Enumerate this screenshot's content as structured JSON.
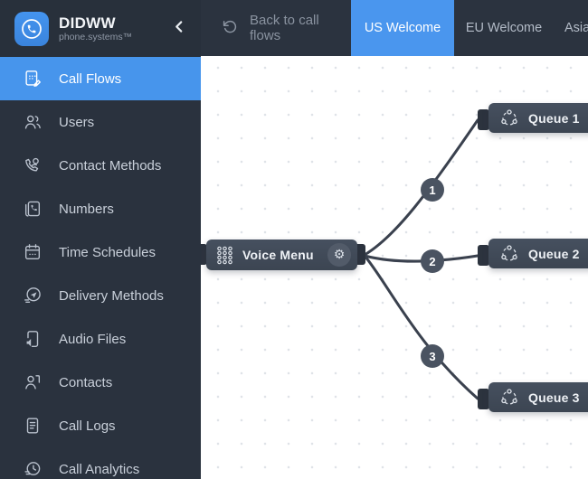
{
  "brand": {
    "name": "DIDWW",
    "subtitle": "phone.systems™"
  },
  "header": {
    "back_label": "Back to call flows",
    "tabs": [
      {
        "label": "US Welcome",
        "active": true
      },
      {
        "label": "EU Welcome",
        "active": false
      },
      {
        "label": "Asia",
        "active": false
      }
    ]
  },
  "sidebar": {
    "items": [
      {
        "label": "Call Flows",
        "icon": "call-flows-icon",
        "active": true
      },
      {
        "label": "Users",
        "icon": "users-icon",
        "active": false
      },
      {
        "label": "Contact Methods",
        "icon": "contact-methods-icon",
        "active": false
      },
      {
        "label": "Numbers",
        "icon": "numbers-icon",
        "active": false
      },
      {
        "label": "Time Schedules",
        "icon": "time-schedules-icon",
        "active": false
      },
      {
        "label": "Delivery Methods",
        "icon": "delivery-methods-icon",
        "active": false
      },
      {
        "label": "Audio Files",
        "icon": "audio-files-icon",
        "active": false
      },
      {
        "label": "Contacts",
        "icon": "contacts-icon",
        "active": false
      },
      {
        "label": "Call Logs",
        "icon": "call-logs-icon",
        "active": false
      },
      {
        "label": "Call Analytics",
        "icon": "call-analytics-icon",
        "active": false
      }
    ]
  },
  "canvas": {
    "nodes": [
      {
        "label": "Voice Menu",
        "type": "voice-menu",
        "icon": "dialpad-icon",
        "has_settings": true
      },
      {
        "label": "Queue 1",
        "type": "queue",
        "icon": "queue-icon"
      },
      {
        "label": "Queue 2",
        "type": "queue",
        "icon": "queue-icon"
      },
      {
        "label": "Queue 3",
        "type": "queue",
        "icon": "queue-icon"
      }
    ],
    "connections": [
      {
        "from": "Voice Menu",
        "to": "Queue 1",
        "badge": "1"
      },
      {
        "from": "Voice Menu",
        "to": "Queue 2",
        "badge": "2"
      },
      {
        "from": "Voice Menu",
        "to": "Queue 3",
        "badge": "3"
      }
    ],
    "settings_glyph": "⚙"
  },
  "colors": {
    "accent": "#4795ec",
    "sidebar_bg": "#2a323e",
    "header_bg": "#2b333f",
    "node_bg": "#414b59",
    "connector": "#3a414e",
    "canvas_bg": "#ffffff"
  }
}
